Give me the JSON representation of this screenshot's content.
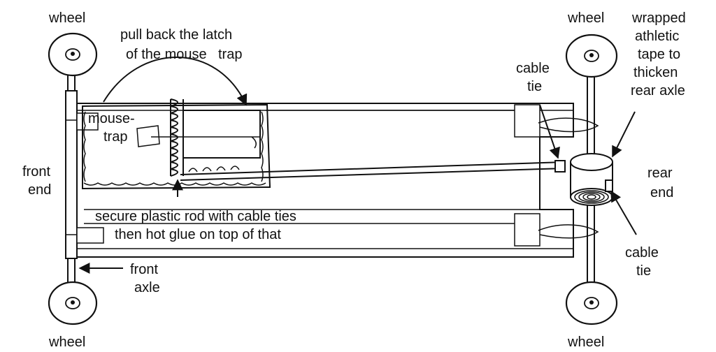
{
  "labels": {
    "wheel_top_left": "wheel",
    "wheel_top_right": "wheel",
    "wheel_bottom_left": "wheel",
    "wheel_bottom_right": "wheel",
    "latch_line1": "pull back the latch",
    "latch_line2_a": "of the mouse",
    "latch_line2_b": "trap",
    "mousetrap_line1": "mouse-",
    "mousetrap_line2": "trap",
    "front_end_line1": "front",
    "front_end_line2": "end",
    "rear_end_line1": "rear",
    "rear_end_line2": "end",
    "cable_tie_top_line1": "cable",
    "cable_tie_top_line2": "tie",
    "cable_tie_bottom_line1": "cable",
    "cable_tie_bottom_line2": "tie",
    "tape_line1": "wrapped",
    "tape_line2": "athletic",
    "tape_line3": "tape to",
    "tape_line4": "thicken",
    "tape_line5": "rear axle",
    "secure_line1": "secure plastic rod with cable ties",
    "secure_line2": "then hot glue on top of that",
    "front_axle_line1": "front",
    "front_axle_line2": "axle"
  }
}
